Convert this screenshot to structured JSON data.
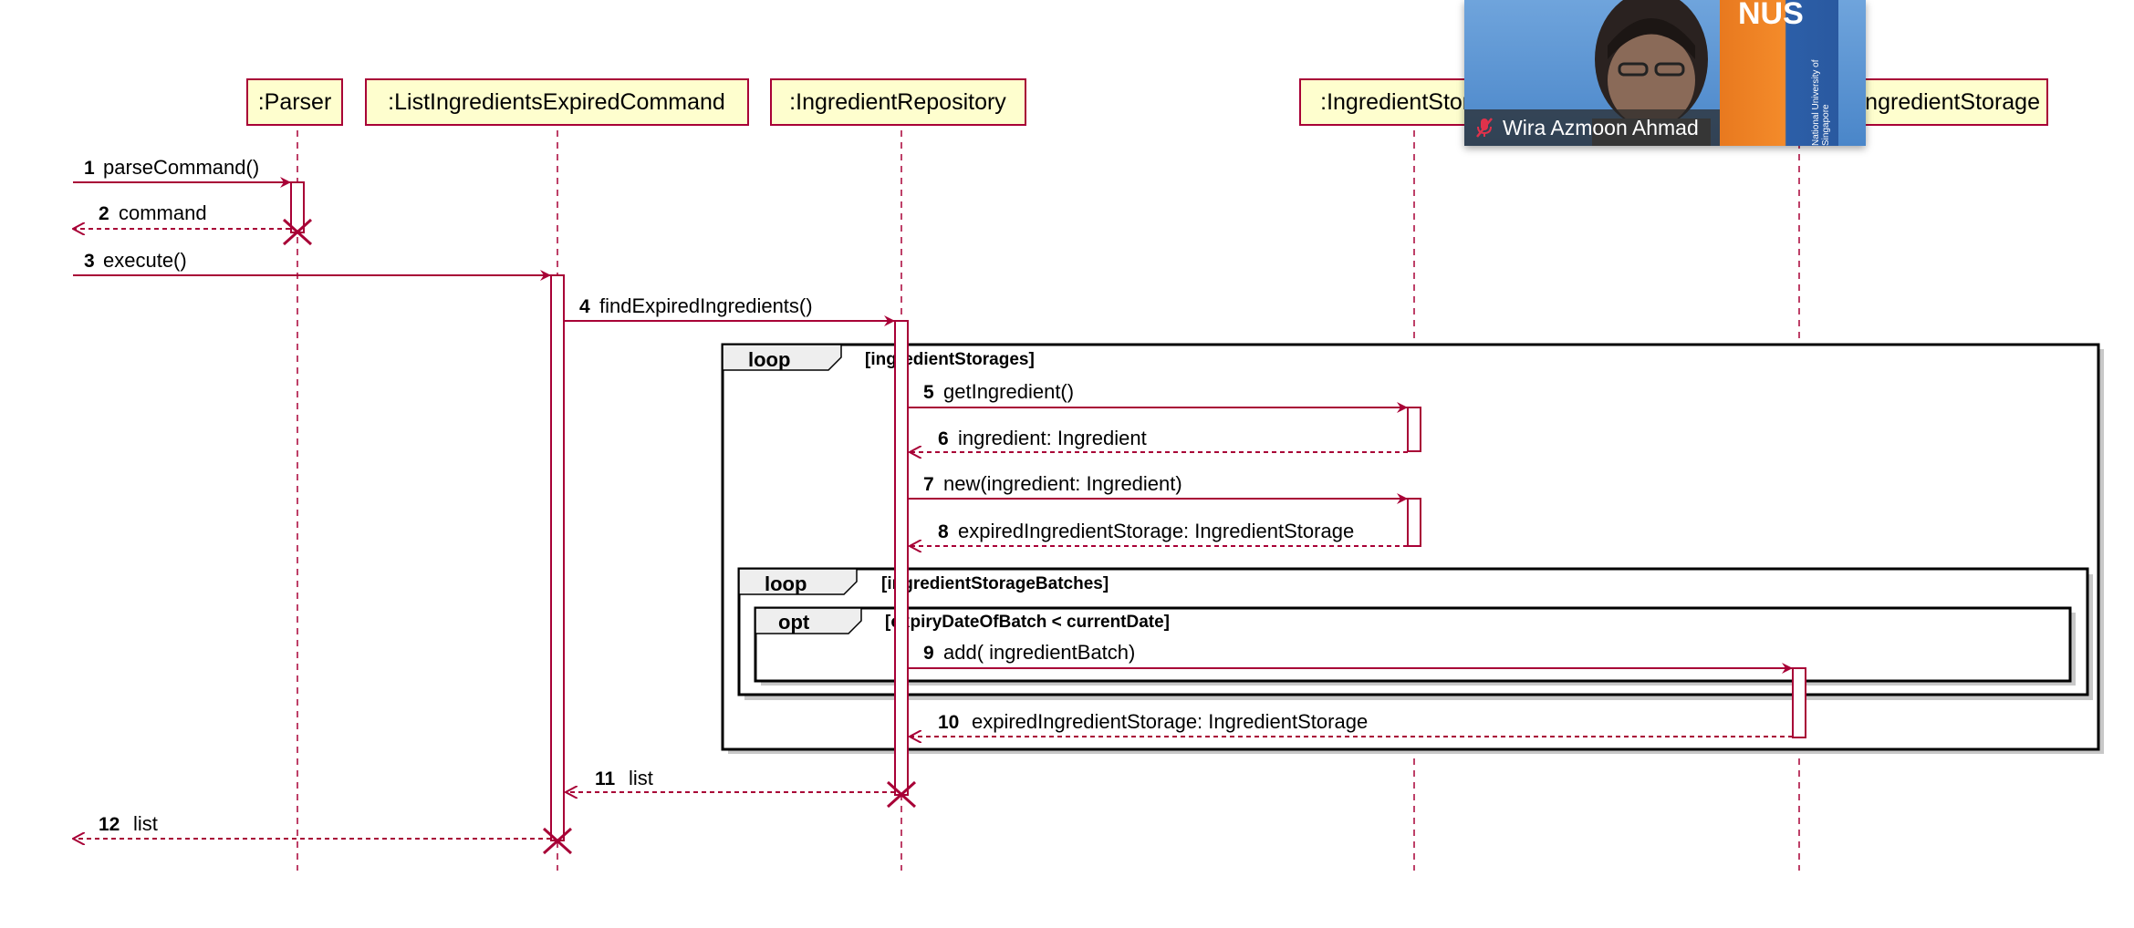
{
  "participants": [
    {
      "label": ":Parser"
    },
    {
      "label": ":ListIngredientsExpiredCommand"
    },
    {
      "label": ":IngredientRepository"
    },
    {
      "label": ":IngredientStorage"
    },
    {
      "label": "expiredIngredientStorage: IngredientStorage"
    }
  ],
  "messages": [
    {
      "num": "1",
      "text": "parseCommand()",
      "kind": "call"
    },
    {
      "num": "2",
      "text": "command",
      "kind": "return"
    },
    {
      "num": "3",
      "text": "execute()",
      "kind": "call"
    },
    {
      "num": "4",
      "text": "findExpiredIngredients()",
      "kind": "call"
    },
    {
      "num": "5",
      "text": "getIngredient()",
      "kind": "call"
    },
    {
      "num": "6",
      "text": "ingredient: Ingredient",
      "kind": "return"
    },
    {
      "num": "7",
      "text": "new(ingredient: Ingredient)",
      "kind": "call"
    },
    {
      "num": "8",
      "text": "expiredIngredientStorage: IngredientStorage",
      "kind": "return"
    },
    {
      "num": "9",
      "text": "add( ingredientBatch)",
      "kind": "call"
    },
    {
      "num": "10",
      "text": "expiredIngredientStorage: IngredientStorage",
      "kind": "return"
    },
    {
      "num": "11",
      "text": "list",
      "kind": "return"
    },
    {
      "num": "12",
      "text": "list",
      "kind": "return"
    }
  ],
  "frames": [
    {
      "keyword": "loop",
      "guard": "[ingredientStorages]"
    },
    {
      "keyword": "loop",
      "guard": "[ingredientStorageBatches]"
    },
    {
      "keyword": "opt",
      "guard": "[expiryDateOfBatch < currentDate]"
    }
  ],
  "video_overlay": {
    "participant_name": "Wira Azmoon Ahmad",
    "mic_icon": "mic-muted-icon",
    "banner_logo": "NUS",
    "banner_caption": "National University of Singapore"
  },
  "colors": {
    "line": "#a80036",
    "participant_fill": "#fefece",
    "background": "#ffffff"
  }
}
